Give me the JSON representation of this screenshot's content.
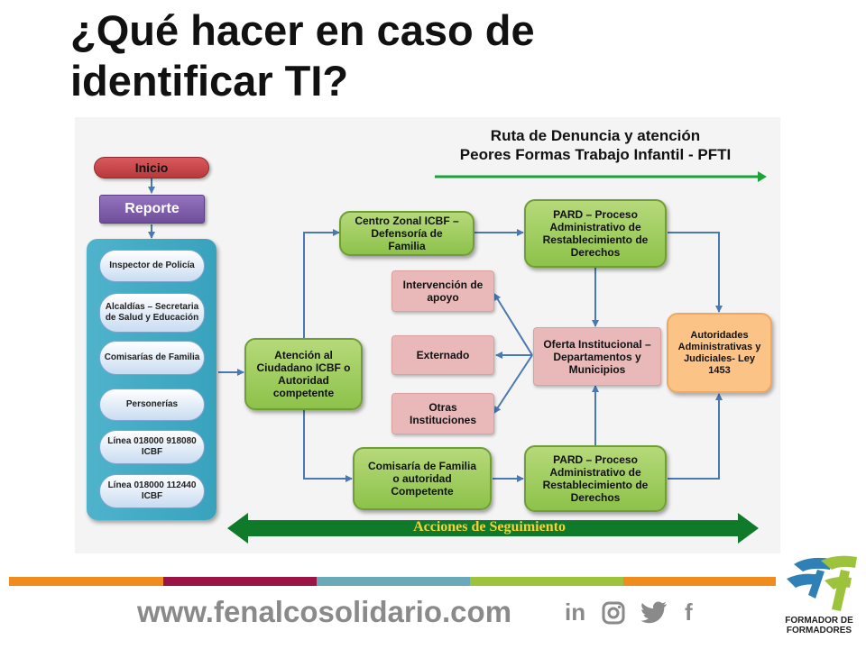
{
  "title": {
    "line1": "¿Qué hacer en caso de",
    "line2": "identificar TI?"
  },
  "route": {
    "line1": "Ruta de Denuncia y atención",
    "line2": "Peores Formas Trabajo Infantil - PFTI"
  },
  "nodes": {
    "inicio": "Inicio",
    "reporte": "Reporte",
    "atencion": "Atención al Ciudadano ICBF o Autoridad competente",
    "centro_zonal": "Centro Zonal ICBF – Defensoría de Familia",
    "pard_top": "PARD – Proceso Administrativo de Restablecimiento de Derechos",
    "intervencion": "Intervención de apoyo",
    "externado": "Externado",
    "otras": "Otras Instituciones",
    "oferta": "Oferta Institucional – Departamentos y Municipios",
    "autoridades": "Autoridades Administrativas y Judiciales- Ley 1453",
    "comisaria_familia": "Comisaría de Familia o autoridad Competente",
    "pard_bottom": "PARD – Proceso Administrativo de Restablecimiento de Derechos"
  },
  "report_channels": [
    "Inspector de Policía",
    "Alcaldías – Secretaria de Salud y Educación",
    "Comisarías de Familia",
    "Personerías",
    "Línea 018000 918080 ICBF",
    "Línea 018000 112440 ICBF"
  ],
  "seguimiento": "Acciones de Seguimiento",
  "footer": {
    "url": "www.fenalcosolidario.com",
    "social": {
      "linkedin": "in",
      "instagram": "instagram-icon",
      "twitter": "twitter-icon",
      "facebook": "f"
    },
    "logo_line1": "FORMADOR DE",
    "logo_line2": "FORMADORES"
  },
  "colors": {
    "green_node": "#8dc24a",
    "pink_node": "#e9b9b9",
    "orange_node": "#fbc486",
    "blue_panel": "#38a2bd",
    "inicio": "#c9474b",
    "reporte": "#7d5aa6",
    "route_arrow": "#1aa33a",
    "seguimiento_arrow": "#0f7a2a",
    "connector": "#4a78b5",
    "bar_orange": "#f08b1d",
    "bar_maroon": "#9a1446",
    "bar_teal": "#6aaab8",
    "bar_lime": "#9cc33b"
  }
}
